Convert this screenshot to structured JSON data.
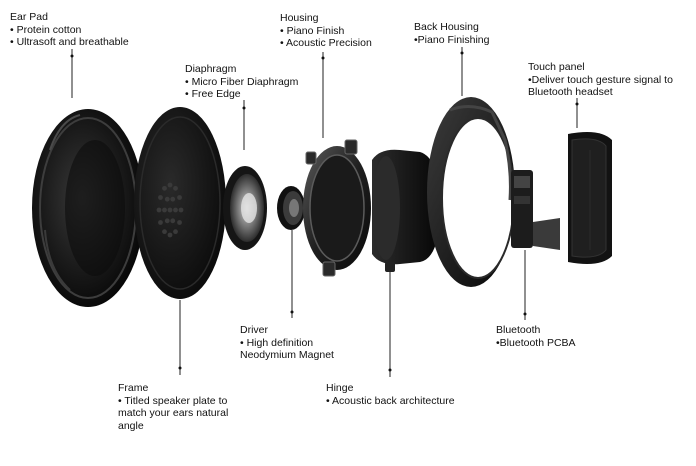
{
  "labels": {
    "ear_pad": {
      "title": "Ear Pad",
      "lines": [
        "• Protein cotton",
        "• Ultrasoft and breathable"
      ]
    },
    "diaphragm": {
      "title": "Diaphragm",
      "lines": [
        "• Micro Fiber Diaphragm",
        "• Free Edge"
      ]
    },
    "housing": {
      "title": "Housing",
      "lines": [
        "• Piano Finish",
        "• Acoustic Precision"
      ]
    },
    "back_housing": {
      "title": "Back Housing",
      "lines": [
        "•Piano Finishing"
      ]
    },
    "touch_panel": {
      "title": "Touch panel",
      "lines": [
        "•Deliver touch gesture signal to",
        " Bluetooth headset"
      ]
    },
    "driver": {
      "title": "Driver",
      "lines": [
        "• High definition",
        "  Neodymium Magnet"
      ]
    },
    "bluetooth": {
      "title": "Bluetooth",
      "lines": [
        "•Bluetooth PCBA"
      ]
    },
    "frame": {
      "title": "Frame",
      "lines": [
        "• Titled speaker plate to",
        "  match your ears natural",
        "  angle"
      ]
    },
    "hinge": {
      "title": "Hinge",
      "lines": [
        "• Acoustic back architecture"
      ]
    }
  },
  "colors": {
    "axis_line": "#d9262b",
    "component_dark": "#141414",
    "component_mid": "#2e2e2e",
    "leader": "#222222"
  }
}
